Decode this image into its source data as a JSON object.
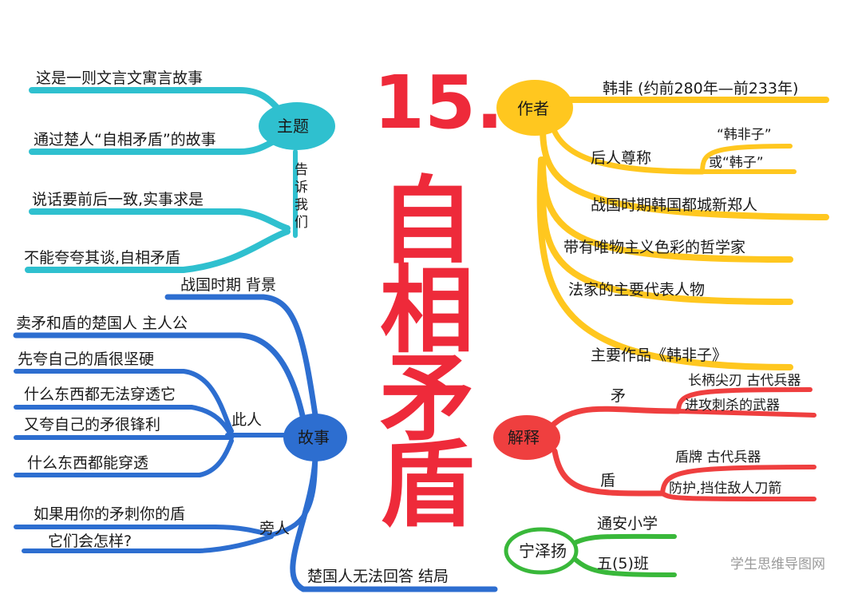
{
  "title": {
    "number": "15.",
    "chars": [
      "自",
      "相",
      "矛",
      "盾"
    ]
  },
  "theme": {
    "label": "主题",
    "tell_us": [
      "告",
      "诉",
      "我",
      "们"
    ],
    "items": [
      "这是一则文言文寓言故事",
      "通过楚人“自相矛盾”的故事",
      "说话要前后一致,实事求是",
      "不能夸夸其谈,自相矛盾"
    ]
  },
  "author": {
    "label": "作者",
    "name": "韩非 (约前280年—前233年)",
    "honorific_label": "后人尊称",
    "honorifics": [
      "“韩非子”",
      "或“韩子”"
    ],
    "items": [
      "战国时期韩国都城新郑人",
      "带有唯物主义色彩的哲学家",
      "法家的主要代表人物",
      "主要作品《韩非子》"
    ]
  },
  "story": {
    "label": "故事",
    "background": "战国时期 背景",
    "main_character": "卖矛和盾的楚国人 主人公",
    "this_person_label": "此人",
    "boasts": [
      "先夸自己的盾很坚硬",
      "什么东西都无法穿透它",
      "又夸自己的矛很锋利",
      "什么东西都能穿透"
    ],
    "bystander_label": "旁人",
    "bystander_question": [
      "如果用你的矛刺你的盾",
      "它们会怎样?"
    ],
    "ending": "楚国人无法回答 结局"
  },
  "explain": {
    "label": "解释",
    "spear": {
      "label": "矛",
      "items": [
        "长柄尖刃 古代兵器",
        "进攻刺杀的武器"
      ]
    },
    "shield": {
      "label": "盾",
      "items": [
        "盾牌 古代兵器",
        "防护,挡住敌人刀箭"
      ]
    }
  },
  "signature": {
    "name": "宁泽扬",
    "school": "通安小学",
    "class": "五(5)班"
  },
  "watermark": "学生思维导图网",
  "colors": {
    "teal": "#2fc0cf",
    "blue": "#2d6ed0",
    "yellow": "#ffc71f",
    "red": "#ef3f3f",
    "green": "#39b83a",
    "title_red": "#ee2a3a"
  }
}
